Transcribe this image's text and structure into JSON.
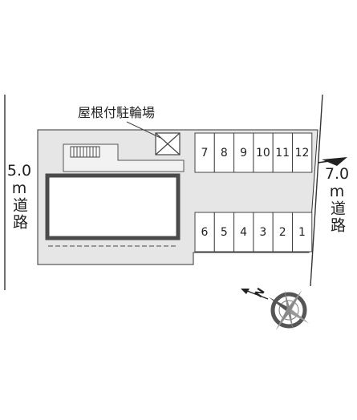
{
  "map": {
    "road_left": {
      "width": "5.0",
      "unit": "m",
      "name": "道路"
    },
    "road_right": {
      "width": "7.0",
      "unit": "m",
      "name": "道路"
    },
    "bike_parking_label": "屋根付駐輪場",
    "parking_row_top": [
      "7",
      "8",
      "9",
      "10",
      "11",
      "12"
    ],
    "parking_row_bottom": [
      "6",
      "5",
      "4",
      "3",
      "2",
      "1"
    ],
    "compass_letter": "N",
    "colors": {
      "lot": "#e6e6e6",
      "road_line": "#333333",
      "building_outline": "#444444",
      "compass": "#555555"
    }
  }
}
